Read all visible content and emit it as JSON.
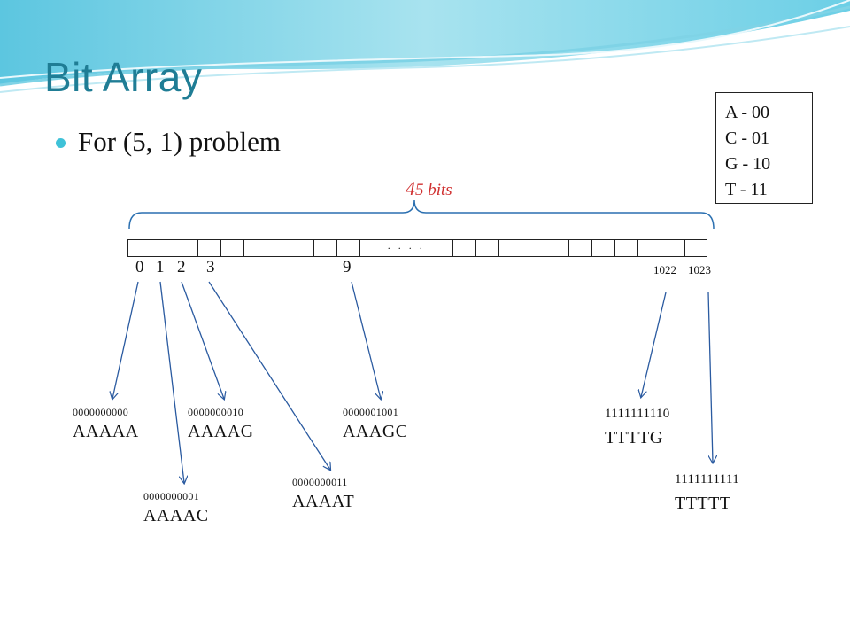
{
  "slide": {
    "title": "Bit Array",
    "bullet": "For (5, 1) problem"
  },
  "legend": [
    "A  -  00",
    "C  -  01",
    "G  -  10",
    "T  -    11"
  ],
  "bits_label": {
    "big": "4",
    "rest": "5 bits"
  },
  "array": {
    "dots": ". . . ."
  },
  "indices": [
    "0",
    "1",
    "2",
    "3",
    "9",
    "1022",
    "1023"
  ],
  "entries": [
    {
      "bin": "0000000000",
      "seq": "AAAAA"
    },
    {
      "bin": "0000000001",
      "seq": "AAAAC"
    },
    {
      "bin": "0000000010",
      "seq": "AAAAG"
    },
    {
      "bin": "0000000011",
      "seq": "AAAAT"
    },
    {
      "bin": "0000001001",
      "seq": "AAAGC"
    },
    {
      "bin": "1111111110",
      "seq": "TTTTG"
    },
    {
      "bin": "1111111111",
      "seq": "TTTTT"
    }
  ],
  "colors": {
    "title": "#1f7d95",
    "accent": "#3fc2d8",
    "bits_label": "#d03030",
    "arrow": "#2a5aa0"
  }
}
